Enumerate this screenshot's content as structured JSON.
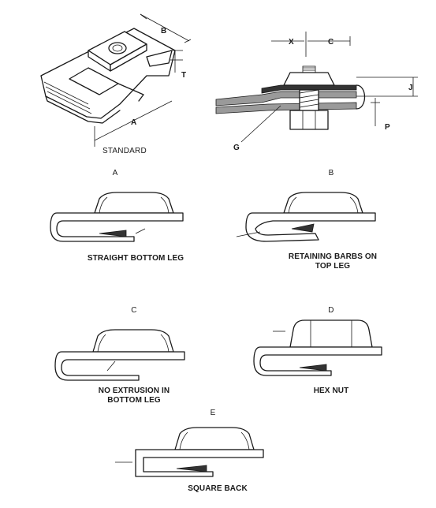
{
  "figure": {
    "labels": {
      "standard": "STANDARD",
      "dim_a": "A",
      "dim_b": "B",
      "dim_t": "T",
      "dim_x": "X",
      "dim_c": "C",
      "dim_j": "J",
      "dim_p": "P",
      "dim_g": "G"
    },
    "variants": [
      {
        "letter": "A",
        "caption_lines": [
          "STRAIGHT BOTTOM LEG"
        ]
      },
      {
        "letter": "B",
        "caption_lines": [
          "RETAINING BARBS ON",
          "TOP LEG"
        ]
      },
      {
        "letter": "C",
        "caption_lines": [
          "NO EXTRUSION IN",
          "BOTTOM LEG"
        ]
      },
      {
        "letter": "D",
        "caption_lines": [
          "HEX NUT"
        ]
      },
      {
        "letter": "E",
        "caption_lines": [
          "SQUARE BACK"
        ]
      }
    ]
  }
}
